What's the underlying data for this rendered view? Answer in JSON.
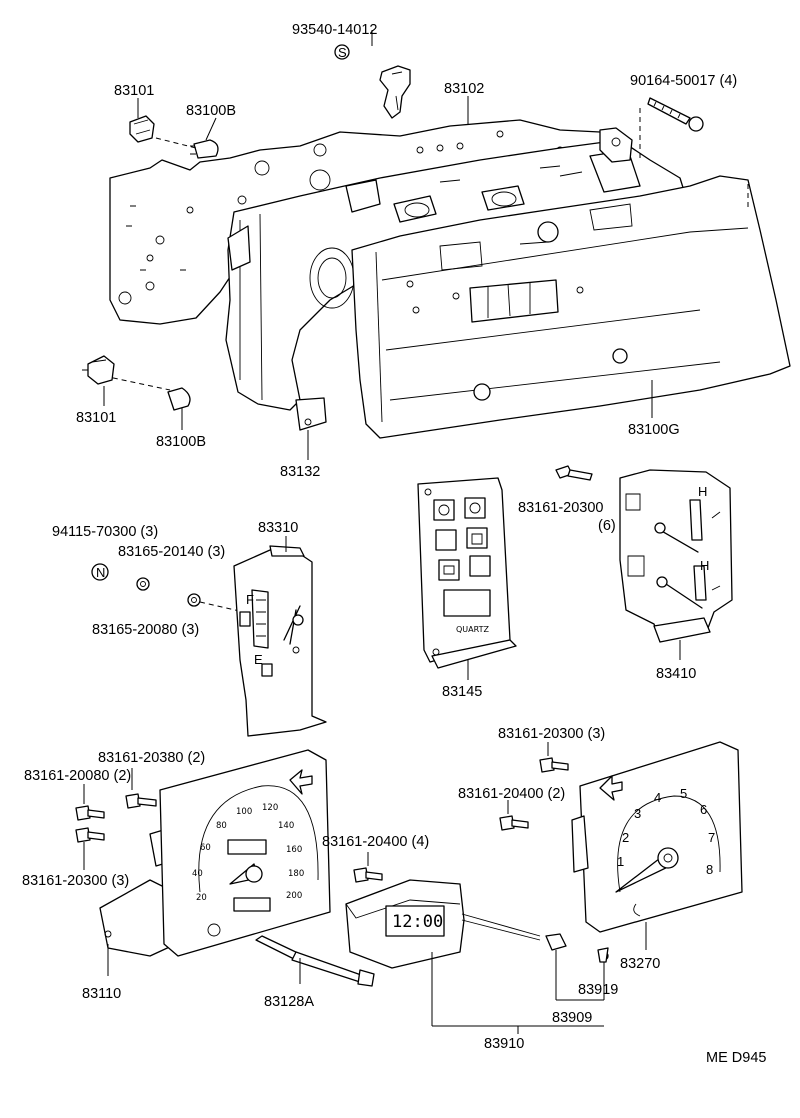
{
  "labels": {
    "p93540_14012": "93540-14012",
    "s_mark": "S",
    "p83102": "83102",
    "p90164_50017": "90164-50017 (4)",
    "p83101_top": "83101",
    "p83100b_top": "83100B",
    "p83101_bot": "83101",
    "p83100b_bot": "83100B",
    "p83132": "83132",
    "p83100g": "83100G",
    "p83161_20300_6a": "83161-20300",
    "p83161_20300_6b": "(6)",
    "p94115_70300": "94115-70300 (3)",
    "n_mark": "N",
    "p83310": "83310",
    "p83165_20140": "83165-20140 (3)",
    "p83165_20080": "83165-20080 (3)",
    "p83145": "83145",
    "p83410": "83410",
    "p83161_20300_3": "83161-20300 (3)",
    "p83161_20380": "83161-20380 (2)",
    "p83161_20080": "83161-20080 (2)",
    "p83161_20400_2": "83161-20400 (2)",
    "p83161_20400_4": "83161-20400 (4)",
    "p83161_20300_3b": "83161-20300 (3)",
    "p83110": "83110",
    "p83128a": "83128A",
    "p83270": "83270",
    "p83919": "83919",
    "p83909": "83909",
    "p83910": "83910",
    "diagram_code": "ME D945"
  },
  "gauge_marks": {
    "fuel_full": "F",
    "fuel_empty": "E",
    "temp_hot": "H",
    "temp_hot2": "H",
    "quartz": "QUARTZ",
    "clock_display": "12:00"
  },
  "speedometer_ticks": [
    "20",
    "40",
    "60",
    "80",
    "100",
    "120",
    "140",
    "160",
    "180",
    "200"
  ],
  "tachometer_ticks": [
    "1",
    "2",
    "3",
    "4",
    "5",
    "6",
    "7",
    "8"
  ]
}
